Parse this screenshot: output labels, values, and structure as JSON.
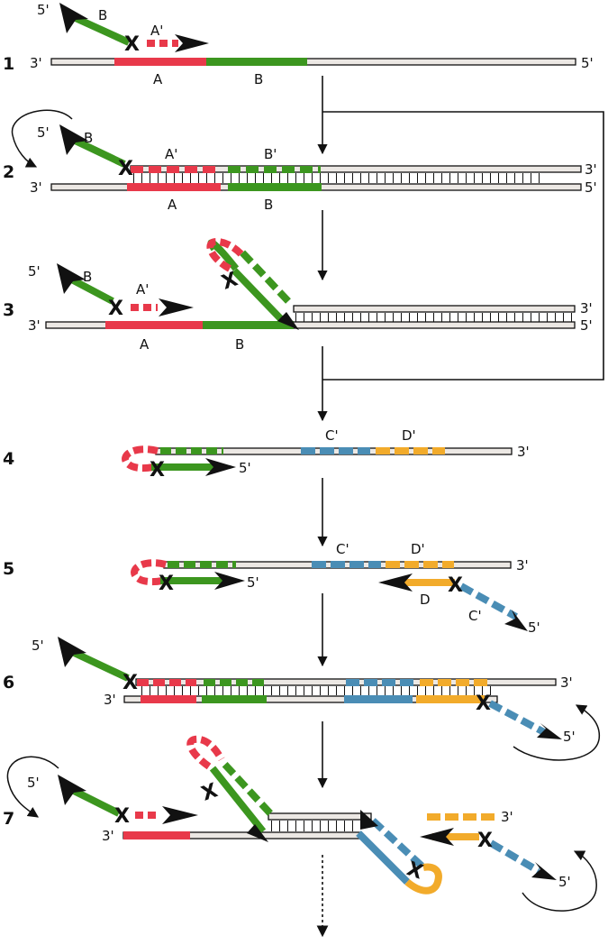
{
  "steps": [
    "1",
    "2",
    "3",
    "4",
    "5",
    "6",
    "7"
  ],
  "ends": {
    "five": "5'",
    "three": "3'"
  },
  "regions": {
    "A": "A",
    "A_prime": "A'",
    "B": "B",
    "B_prime": "B'",
    "C_prime": "C'",
    "D": "D",
    "D_prime": "D'"
  },
  "colors": {
    "red": "#e8394a",
    "green": "#3c961f",
    "blue": "#4a8db5",
    "orange": "#f2ab2b",
    "backbone_fill": "#ece8e4",
    "stroke": "#111111"
  },
  "icons": {
    "arrowhead": "arrowhead-icon",
    "cross": "cross-mark-icon",
    "rotation": "rotation-arrow-icon"
  }
}
